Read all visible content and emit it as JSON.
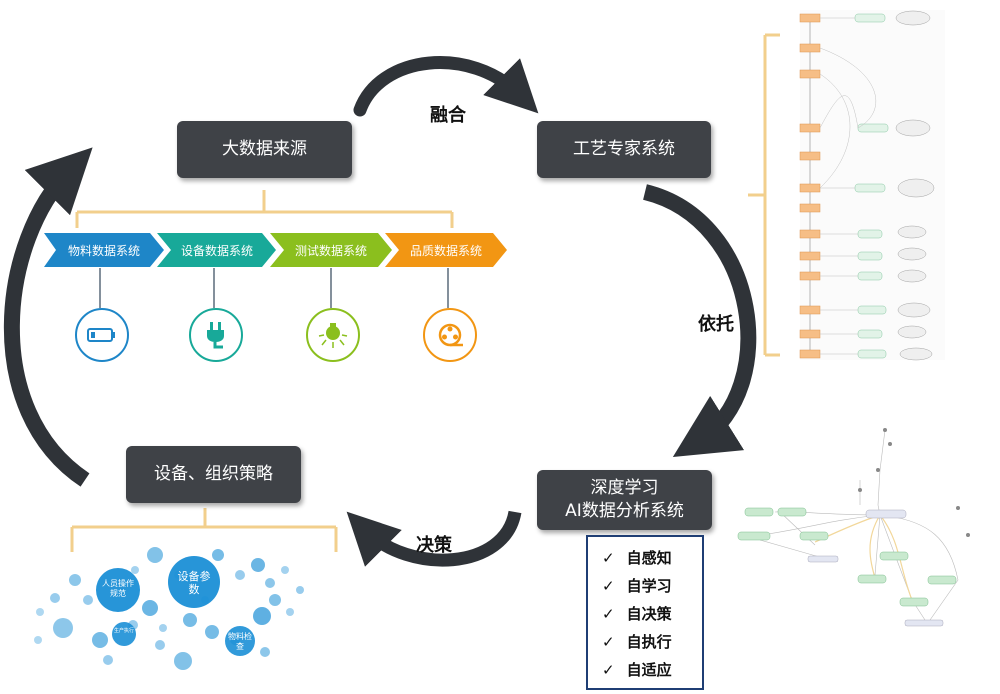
{
  "nodes": {
    "big_data": "大数据来源",
    "craft_expert": "工艺专家系统",
    "deep_learning_line1": "深度学习",
    "deep_learning_line2": "AI数据分析系统",
    "strategy": "设备、组织策略"
  },
  "edges": {
    "fusion": "融合",
    "rely": "依托",
    "decision": "决策"
  },
  "data_sources": [
    {
      "label": "物料数据系统",
      "color": "#1e86c8",
      "icon": "battery-icon"
    },
    {
      "label": "设备数据系统",
      "color": "#18a999",
      "icon": "plug-icon"
    },
    {
      "label": "测试数据系统",
      "color": "#8bbf1e",
      "icon": "bulb-icon"
    },
    {
      "label": "品质数据系统",
      "color": "#f29613",
      "icon": "film-reel-icon"
    }
  ],
  "ai_capabilities": [
    "自感知",
    "自学习",
    "自决策",
    "自执行",
    "自适应"
  ],
  "bubbles": {
    "people": "人员操作规范",
    "equipment": "设备参数",
    "material": "物料检查",
    "small": "生产执行"
  },
  "colors": {
    "node_bg": "#3f4247",
    "arrow": "#2f3338",
    "bracket": "#f2cf8c",
    "bubble": "#1b8fd6",
    "checklist_border": "#1f3e74"
  }
}
